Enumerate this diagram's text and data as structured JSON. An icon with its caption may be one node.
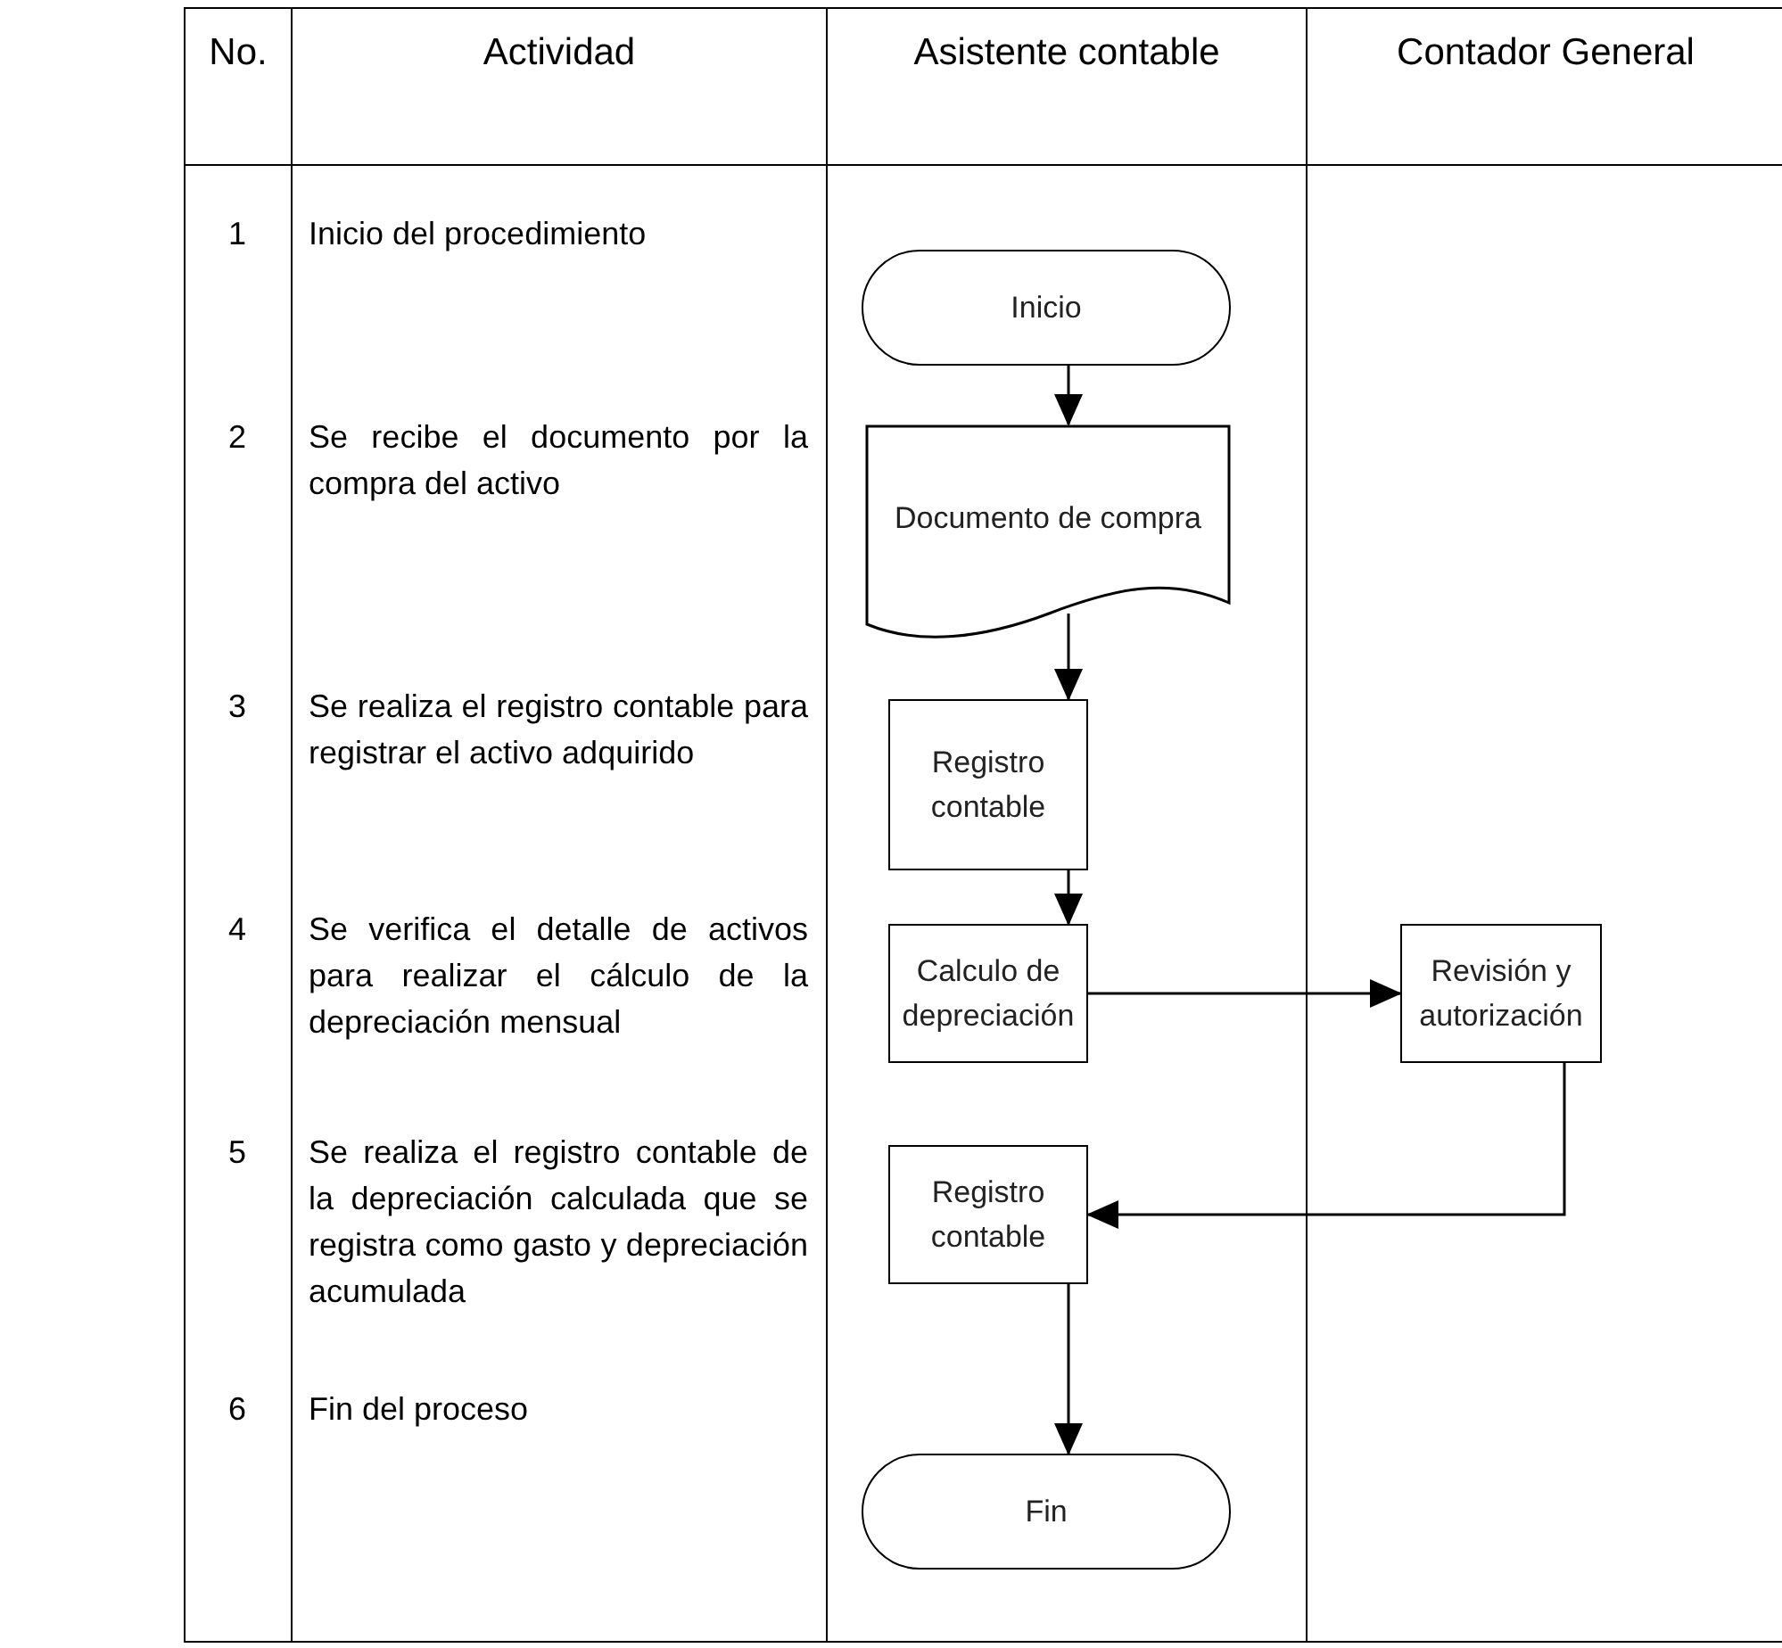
{
  "diagram": {
    "nodes": [
      {
        "text": [
          "Inicio"
        ]
      },
      {
        "text": [
          "Documento de compra"
        ]
      },
      {
        "text": [
          "Registro contable"
        ]
      },
      {
        "text": [
          "Calculo de depreciación"
        ]
      },
      {
        "text": [
          "Revisión y autorización"
        ]
      },
      {
        "text": [
          "Registro contable"
        ]
      },
      {
        "text": [
          "Fin"
        ]
      }
    ],
    "edges": [
      {
        "from": 0,
        "to": 1,
        "arrow": "to"
      },
      {
        "from": 1,
        "to": 2,
        "arrow": "to"
      },
      {
        "from": 2,
        "to": 3,
        "arrow": "to"
      },
      {
        "from": 3,
        "to": 4,
        "arrow": "to"
      },
      {
        "from": 4,
        "to": 5,
        "arrow": "to"
      },
      {
        "from": 5,
        "to": 6,
        "arrow": "to"
      }
    ],
    "labels": [
      "No.",
      "Actividad",
      "Asistente contable",
      "Contador General",
      "1",
      "Inicio del procedimiento",
      "2",
      "Se recibe el documento por la compra del activo",
      "3",
      "Se realiza el registro contable para registrar el activo adquirido",
      "4",
      "Se verifica el detalle de activos para realizar el cálculo de la depreciación mensual",
      "5",
      "Se realiza el registro contable de la depreciación calculada que se registra como gasto y depreciación acumulada",
      "6",
      "Fin del proceso"
    ]
  }
}
